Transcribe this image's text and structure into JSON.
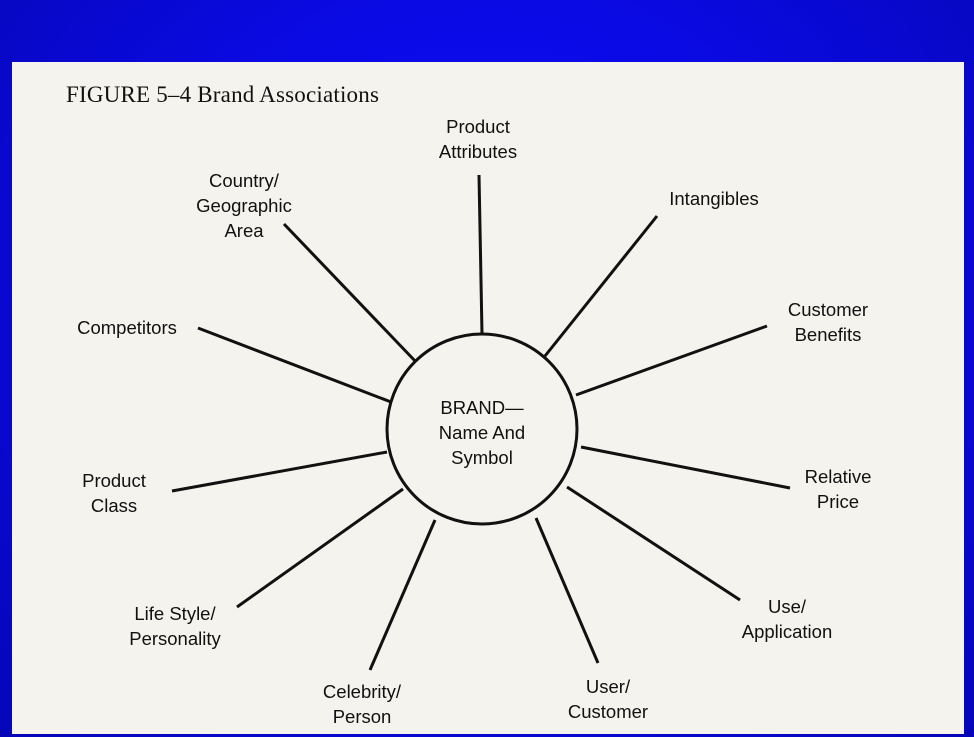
{
  "figure": {
    "title": "FIGURE 5–4  Brand Associations"
  },
  "center": {
    "lines": [
      "BRAND—",
      "Name And",
      "Symbol"
    ]
  },
  "associations": [
    {
      "id": "product-attributes",
      "lines": [
        "Product",
        "Attributes"
      ]
    },
    {
      "id": "intangibles",
      "lines": [
        "Intangibles"
      ]
    },
    {
      "id": "customer-benefits",
      "lines": [
        "Customer",
        "Benefits"
      ]
    },
    {
      "id": "relative-price",
      "lines": [
        "Relative",
        "Price"
      ]
    },
    {
      "id": "use-application",
      "lines": [
        "Use/",
        "Application"
      ]
    },
    {
      "id": "user-customer",
      "lines": [
        "User/",
        "Customer"
      ]
    },
    {
      "id": "celebrity-person",
      "lines": [
        "Celebrity/",
        "Person"
      ]
    },
    {
      "id": "life-style-personality",
      "lines": [
        "Life Style/",
        "Personality"
      ]
    },
    {
      "id": "product-class",
      "lines": [
        "Product",
        "Class"
      ]
    },
    {
      "id": "competitors",
      "lines": [
        "Competitors"
      ]
    },
    {
      "id": "country-geographic-area",
      "lines": [
        "Country/",
        "Geographic",
        "Area"
      ]
    }
  ]
}
